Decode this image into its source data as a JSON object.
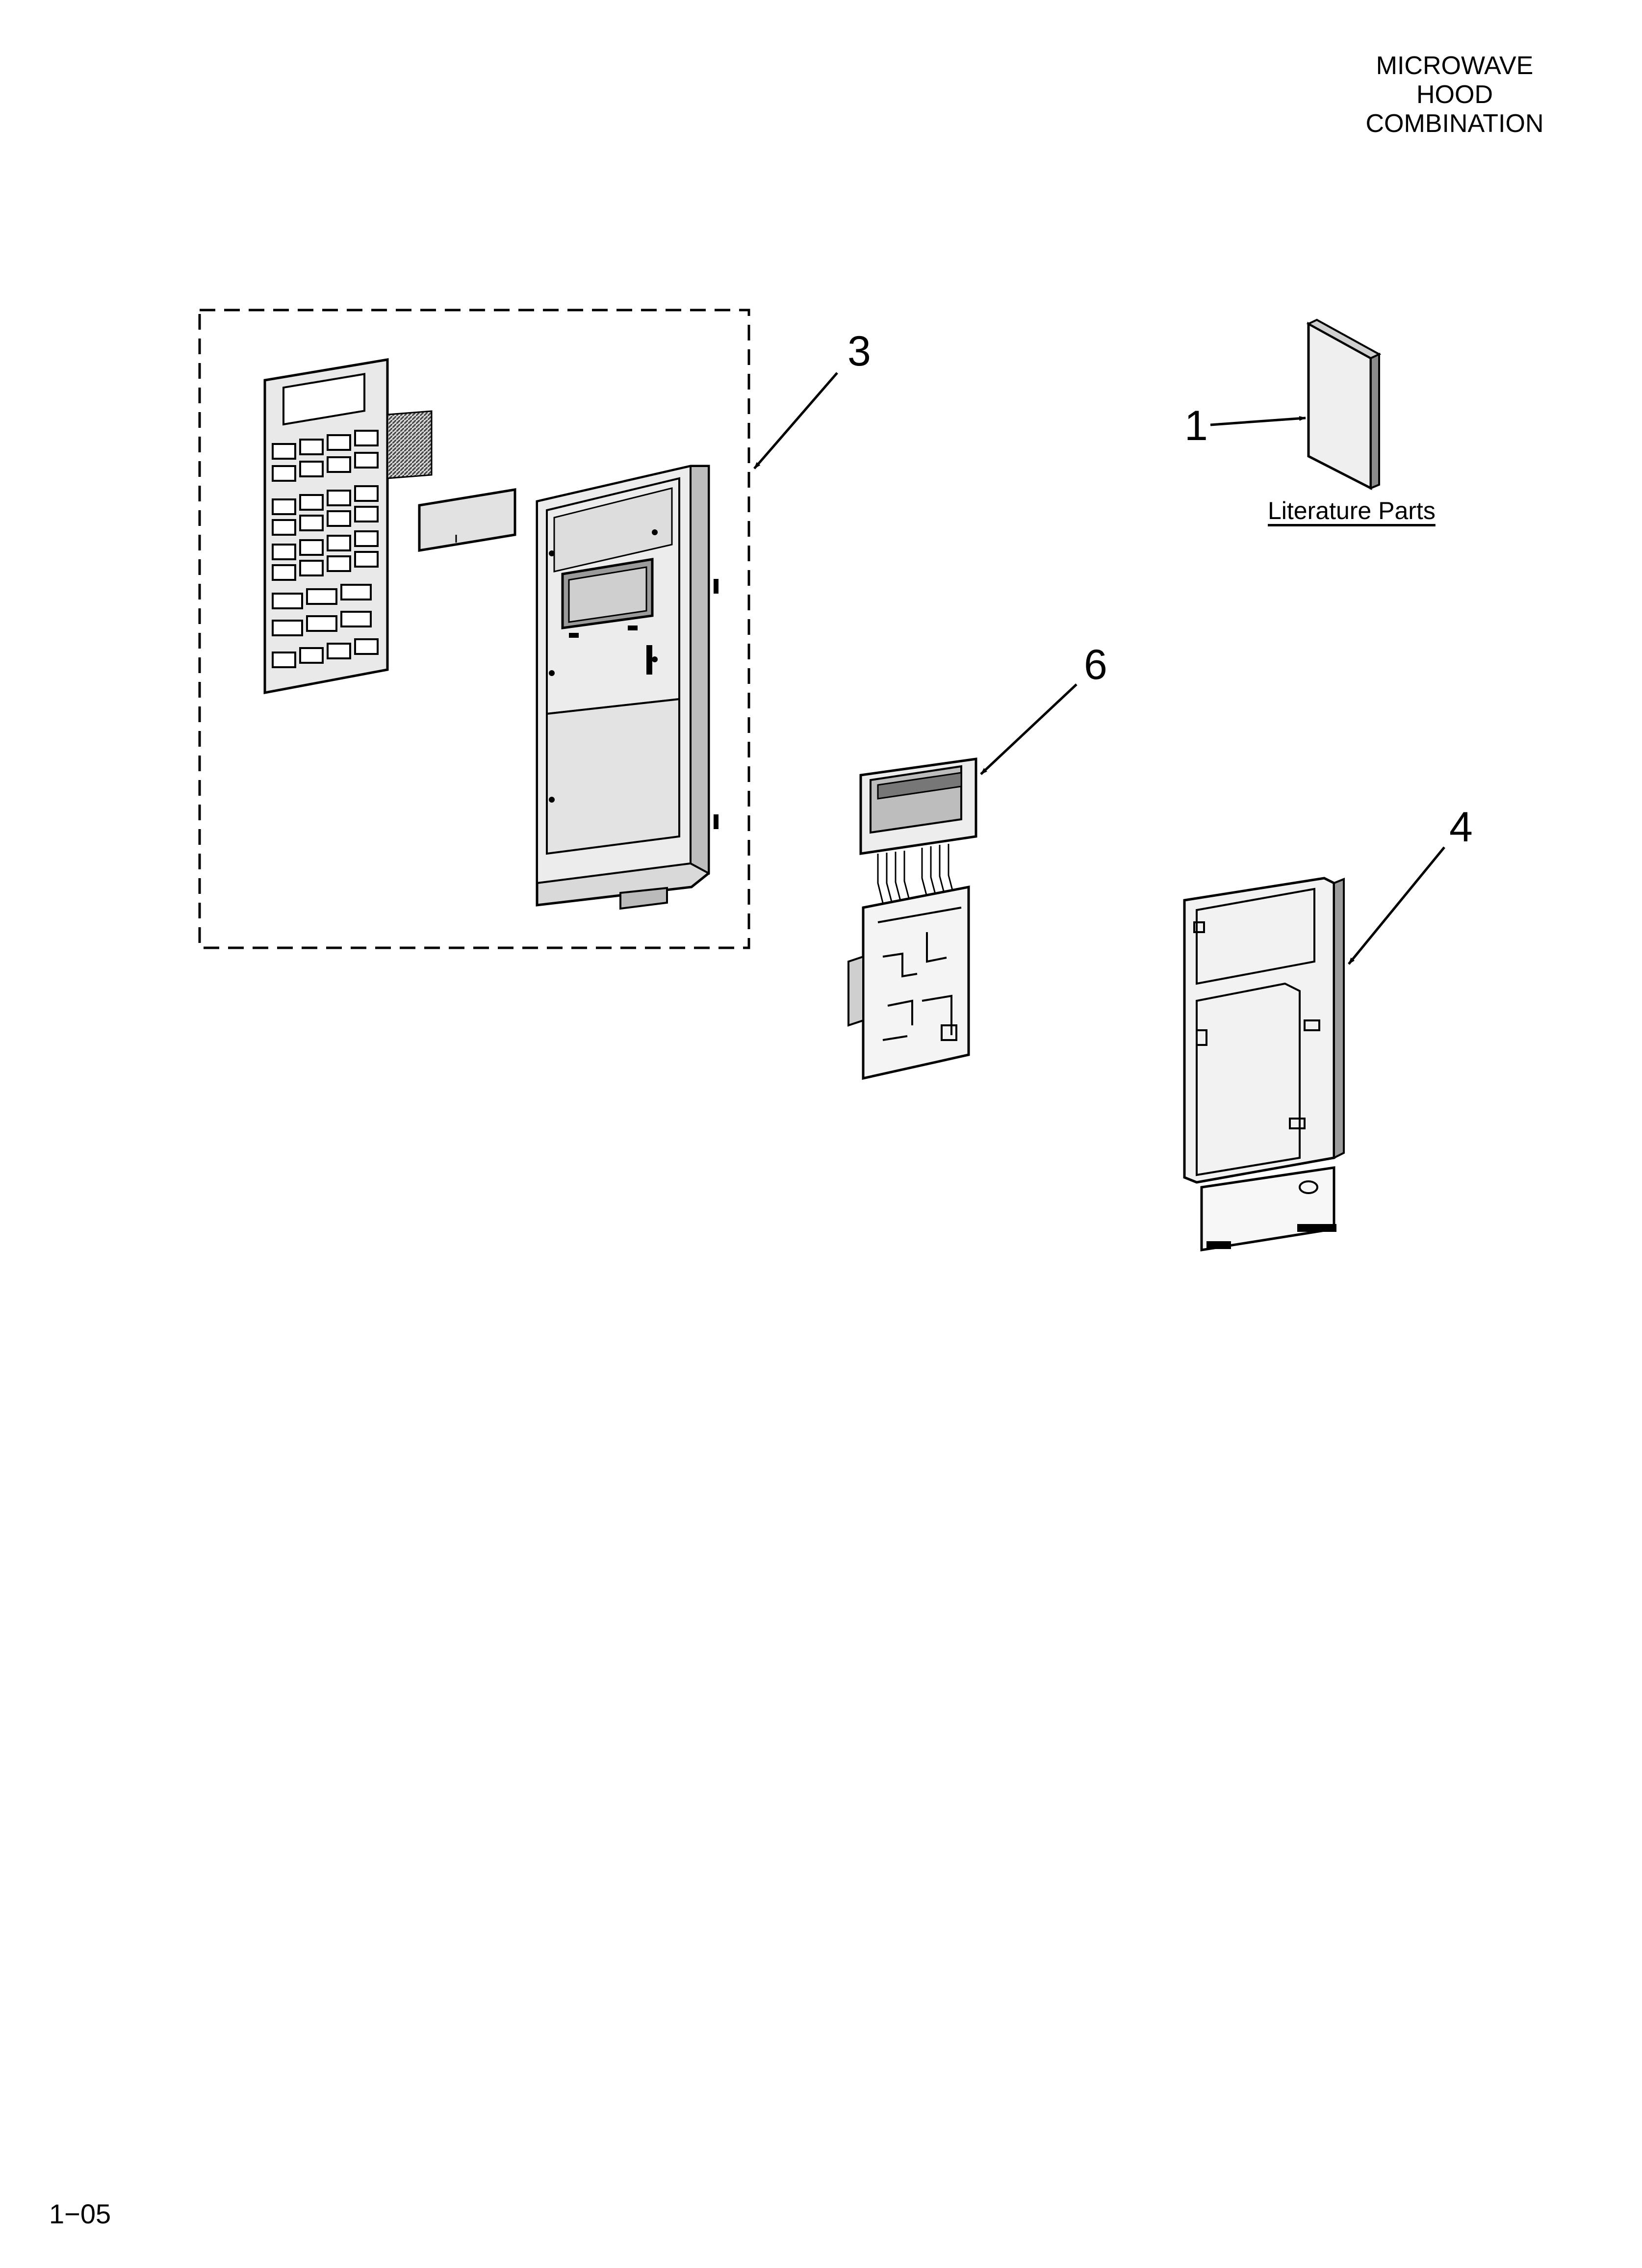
{
  "header": {
    "line1": "MICROWAVE",
    "line2": "HOOD",
    "line3": "COMBINATION"
  },
  "callouts": [
    {
      "id": "1",
      "label": "1"
    },
    {
      "id": "3",
      "label": "3"
    },
    {
      "id": "6",
      "label": "6"
    },
    {
      "id": "4",
      "label": "4"
    }
  ],
  "literature_label": "Literature Parts",
  "footer": {
    "page_code": "1−05"
  },
  "colors": {
    "ink": "#000000",
    "part_fill": "#e6e6e6",
    "part_dark": "#7a7a7a",
    "background": "#ffffff"
  }
}
